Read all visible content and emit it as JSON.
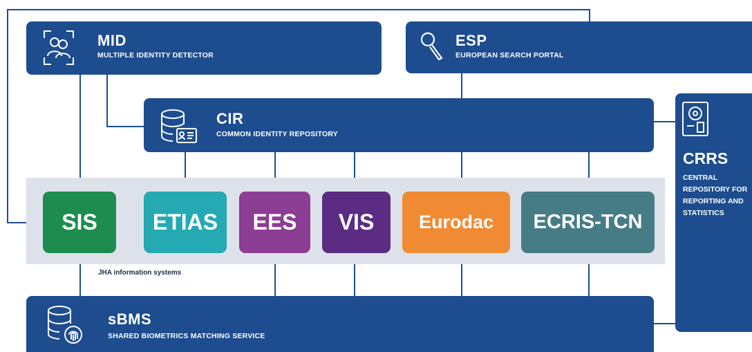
{
  "mid": {
    "acronym": "MID",
    "name": "MULTIPLE IDENTITY DETECTOR",
    "icon": "identity-group-icon"
  },
  "esp": {
    "acronym": "ESP",
    "name": "EUROPEAN SEARCH PORTAL",
    "icon": "magnifier-icon"
  },
  "cir": {
    "acronym": "CIR",
    "name": "COMMON IDENTITY REPOSITORY",
    "icon": "database-id-icon"
  },
  "crrs": {
    "acronym": "CRRS",
    "name": "CENTRAL REPOSITORY FOR REPORTING AND STATISTICS",
    "icon": "statistics-document-icon"
  },
  "sbms": {
    "acronym": "sBMS",
    "name": "SHARED BIOMETRICS MATCHING SERVICE",
    "icon": "database-fingerprint-icon"
  },
  "systems_label": "JHA information systems",
  "systems": [
    {
      "label": "SIS",
      "color": "#1e8c4e"
    },
    {
      "label": "ETIAS",
      "color": "#25a9b3"
    },
    {
      "label": "EES",
      "color": "#8c3d94"
    },
    {
      "label": "VIS",
      "color": "#5b2c82"
    },
    {
      "label": "Eurodac",
      "color": "#f08b33"
    },
    {
      "label": "ECRIS-TCN",
      "color": "#467c86"
    }
  ],
  "colors": {
    "navy": "#1d4d8f",
    "band": "#dde2ea",
    "line": "#1d4d8f"
  }
}
